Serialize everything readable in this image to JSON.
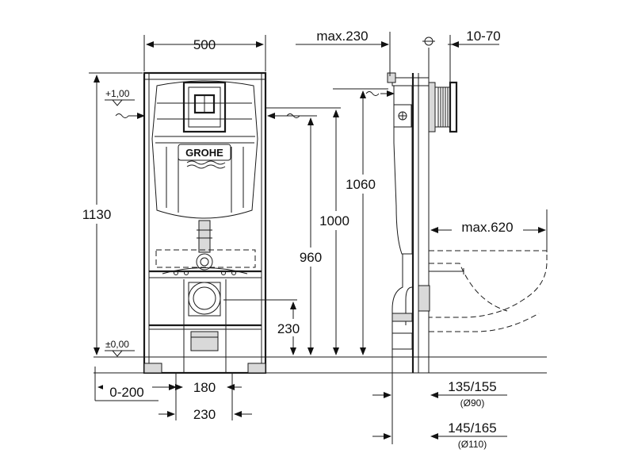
{
  "dimensions": {
    "width_frame": "500",
    "max_230": "max.230",
    "range_10_70": "10-70",
    "level_plus": "+1,00",
    "level_zero": "±0,00",
    "height_1130": "1130",
    "height_1060": "1060",
    "height_1000": "1000",
    "height_960": "960",
    "height_230": "230",
    "max_620": "max.620",
    "range_0_200": "0-200",
    "spacing_180": "180",
    "spacing_230": "230",
    "pipe_135_155": "135/155",
    "pipe_d90": "(Ø90)",
    "pipe_145_165": "145/165",
    "pipe_d110": "(Ø110)"
  },
  "brand": {
    "logo_text": "GROHE"
  }
}
